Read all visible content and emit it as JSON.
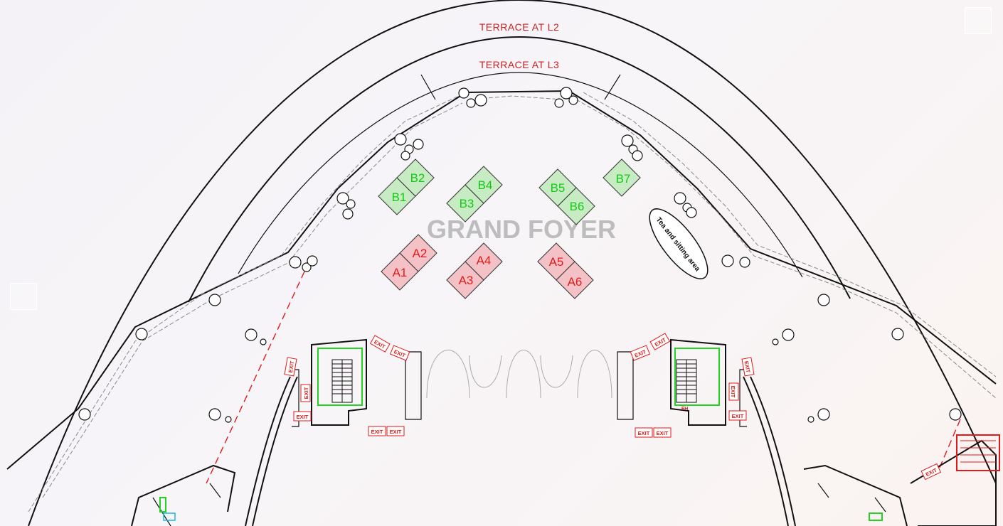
{
  "plan": {
    "terraces": [
      "TERRACE AT L2",
      "TERRACE AT L3"
    ],
    "area_title": "GRAND FOYER",
    "sitting_area": "Tea and sitting area",
    "exit_label": "EXIT",
    "fh_label": "FH",
    "booths_a": [
      "A1",
      "A2",
      "A3",
      "A4",
      "A5",
      "A6"
    ],
    "booths_b": [
      "B1",
      "B2",
      "B3",
      "B4",
      "B5",
      "B6",
      "B7"
    ],
    "colors": {
      "booth_a_fill": "#f4c2c6",
      "booth_a_label": "#e01a1a",
      "booth_b_fill": "#c7ecc4",
      "booth_b_label": "#14c914",
      "exit": "#e01a1a",
      "stair_outline": "#22d322"
    }
  }
}
